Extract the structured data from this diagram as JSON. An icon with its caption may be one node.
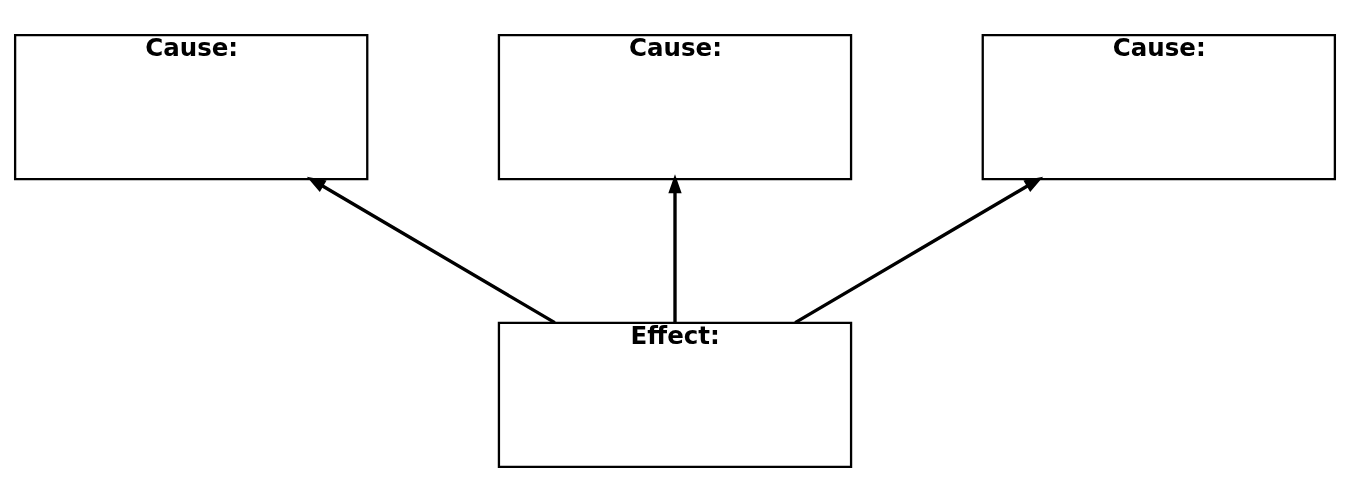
{
  "diagram": {
    "nodes": [
      {
        "text": [
          "Cause:"
        ]
      },
      {
        "text": [
          "Cause:"
        ]
      },
      {
        "text": [
          "Cause:"
        ]
      },
      {
        "text": [
          "Effect:"
        ]
      }
    ],
    "edges": [
      {
        "from": 3,
        "to": 0,
        "arrow": "to"
      },
      {
        "from": 3,
        "to": 1,
        "arrow": "to"
      },
      {
        "from": 3,
        "to": 2,
        "arrow": "to"
      }
    ]
  }
}
